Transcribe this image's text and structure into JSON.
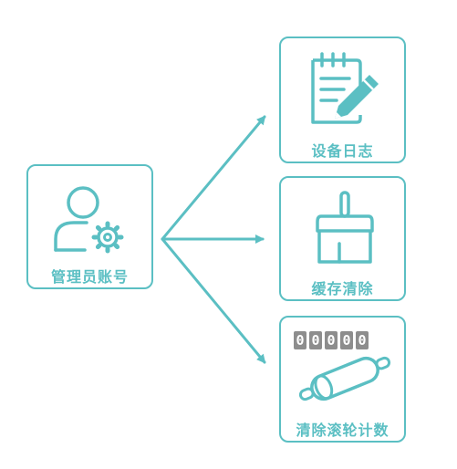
{
  "colors": {
    "accent": "#5bbfc3",
    "counter_bg": "#8d8d8d"
  },
  "source": {
    "label": "管理员账号",
    "icon": "user-gear-icon"
  },
  "targets": [
    {
      "label": "设备日志",
      "icon": "notepad-pencil-icon"
    },
    {
      "label": "缓存清除",
      "icon": "broom-icon"
    },
    {
      "label": "清除滚轮计数",
      "icon": "roller-icon"
    }
  ],
  "counter_digits": [
    "0",
    "0",
    "0",
    "0",
    "0"
  ]
}
